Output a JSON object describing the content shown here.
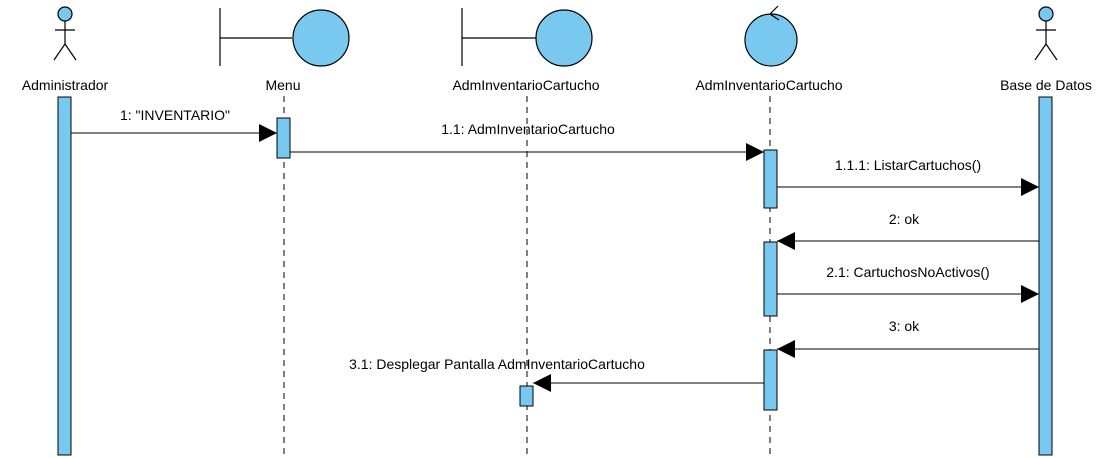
{
  "colors": {
    "fill": "#78C8F0",
    "stroke": "#000000",
    "background": "#FFFFFF"
  },
  "participants": [
    {
      "label": "Administrador",
      "kind": "actor-icon"
    },
    {
      "label": "Menu",
      "kind": "boundary-icon"
    },
    {
      "label": "AdmInventarioCartucho",
      "kind": "boundary-icon"
    },
    {
      "label": "AdmInventarioCartucho",
      "kind": "control-icon"
    },
    {
      "label": "Base de Datos",
      "kind": "actor-icon"
    }
  ],
  "messages": [
    {
      "label": "1: \"INVENTARIO\"",
      "from": "Administrador",
      "to": "Menu"
    },
    {
      "label": "1.1: AdmInventarioCartucho",
      "from": "Menu",
      "to": "AdmInventarioCartucho (control)"
    },
    {
      "label": "1.1.1: ListarCartuchos()",
      "from": "AdmInventarioCartucho (control)",
      "to": "Base de Datos"
    },
    {
      "label": "2: ok",
      "from": "Base de Datos",
      "to": "AdmInventarioCartucho (control)"
    },
    {
      "label": "2.1: CartuchosNoActivos()",
      "from": "AdmInventarioCartucho (control)",
      "to": "Base de Datos"
    },
    {
      "label": "3: ok",
      "from": "Base de Datos",
      "to": "AdmInventarioCartucho (control)"
    },
    {
      "label": "3.1: Desplegar Pantalla AdmInventarioCartucho",
      "from": "AdmInventarioCartucho (control)",
      "to": "AdmInventarioCartucho (boundary)"
    }
  ]
}
